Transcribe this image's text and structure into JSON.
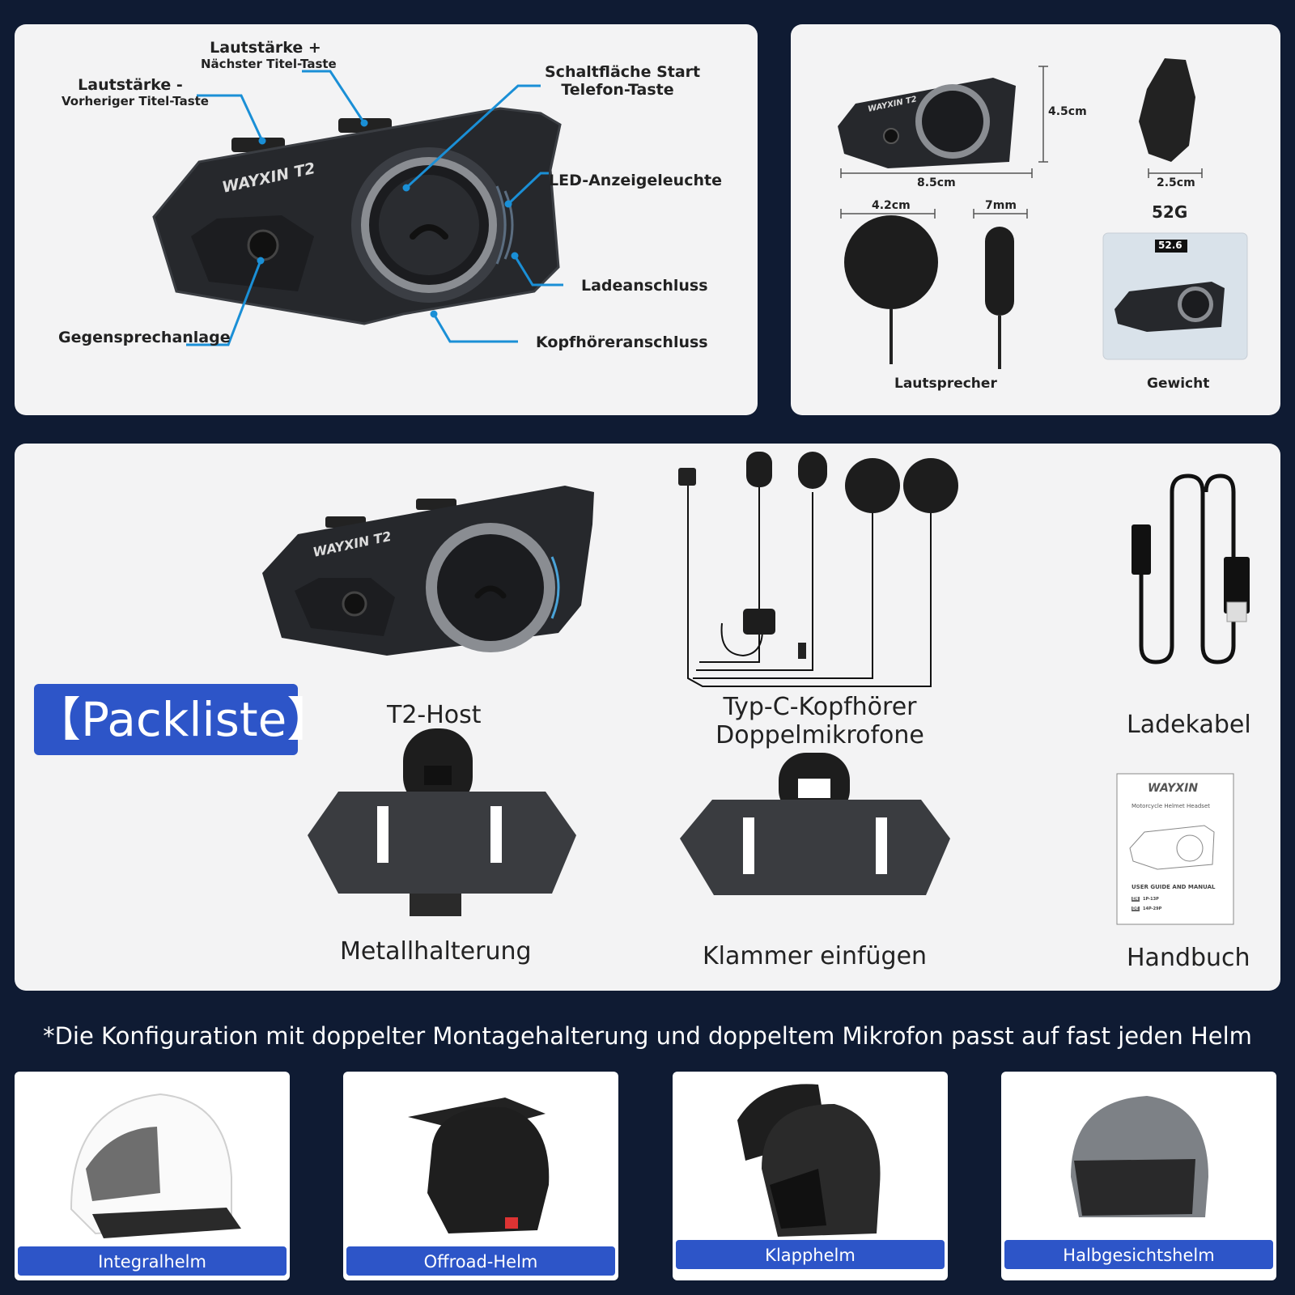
{
  "callouts": {
    "vol_plus": "Lautstärke +",
    "vol_plus_sub": "Nächster Titel-Taste",
    "vol_minus": "Lautstärke -",
    "vol_minus_sub": "Vorheriger Titel-Taste",
    "start_button_1": "Schaltfläche Start",
    "start_button_2": "Telefon-Taste",
    "led": "LED-Anzeigeleuchte",
    "charge_port": "Ladeanschluss",
    "intercom": "Gegensprechanlage",
    "headphone_port": "Kopfhöreranschluss"
  },
  "device": {
    "brand": "WAYXIN T2"
  },
  "dimensions": {
    "height": "4.5cm",
    "width": "8.5cm",
    "depth": "2.5cm",
    "speaker_dia": "4.2cm",
    "speaker_thick": "7mm",
    "weight_value": "52G",
    "scale_display": "52.6",
    "speaker_label": "Lautsprecher",
    "weight_label": "Gewicht"
  },
  "packlist": {
    "title": "【Packliste】",
    "items": {
      "host": "T2-Host",
      "headset_1": "Typ-C-Kopfhörer",
      "headset_2": "Doppelmikrofone",
      "cable": "Ladekabel",
      "metal_mount": "Metallhalterung",
      "clip": "Klammer einfügen",
      "manual": "Handbuch"
    },
    "manual_card": {
      "brand": "WAYXIN",
      "subtitle": "Motorcycle Helmet Headset",
      "guide": "USER GUIDE AND MANUAL",
      "lang1": "EN",
      "pages1": "1P-13P",
      "lang2": "DE",
      "pages2": "14P-29P"
    }
  },
  "note": "*Die Konfiguration mit doppelter Montagehalterung und doppeltem Mikrofon passt auf fast jeden Helm",
  "helmets": [
    "Integralhelm",
    "Offroad-Helm",
    "Klapphelm",
    "Halbgesichtshelm"
  ],
  "colors": {
    "background": "#0f1b33",
    "accent_blue": "#2d55c8",
    "callout_line": "#1a8fd6",
    "panel": "#f3f3f4"
  }
}
